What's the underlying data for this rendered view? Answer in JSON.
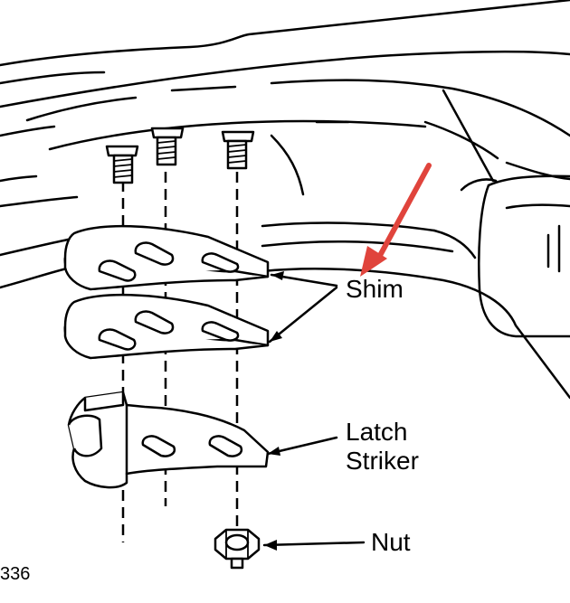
{
  "labels": {
    "shim": "Shim",
    "latch_striker_line1": "Latch",
    "latch_striker_line2": "Striker",
    "nut": "Nut"
  },
  "figure_number": "336",
  "colors": {
    "line": "#000000",
    "background": "#ffffff",
    "annotation_arrow": "#e0443c"
  },
  "icons": [
    "screw-icon",
    "nut-icon",
    "red-arrow-icon"
  ]
}
